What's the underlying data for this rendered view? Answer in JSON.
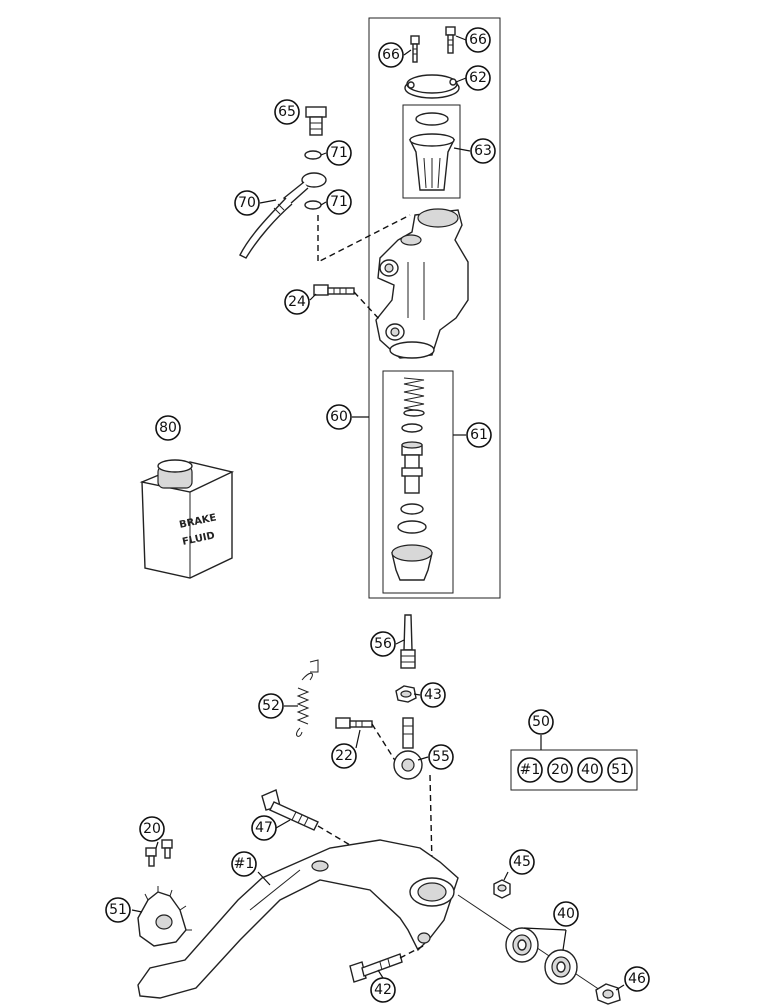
{
  "callouts": {
    "p66a": "66",
    "p66b": "66",
    "p62": "62",
    "p65": "65",
    "p63": "63",
    "p71a": "71",
    "p71b": "71",
    "p70": "70",
    "p24": "24",
    "p60": "60",
    "p61": "61",
    "p80": "80",
    "p56": "56",
    "p43": "43",
    "p52": "52",
    "p22": "22",
    "p55": "55",
    "p50": "50",
    "kit1": "#1",
    "kit20": "20",
    "kit40": "40",
    "kit51": "51",
    "p20": "20",
    "p47": "47",
    "p45": "45",
    "p1": "#1",
    "p51": "51",
    "p40": "40",
    "p42": "42",
    "p46": "46"
  },
  "bottle_label": {
    "line1": "BRAKE",
    "line2": "FLUID"
  }
}
